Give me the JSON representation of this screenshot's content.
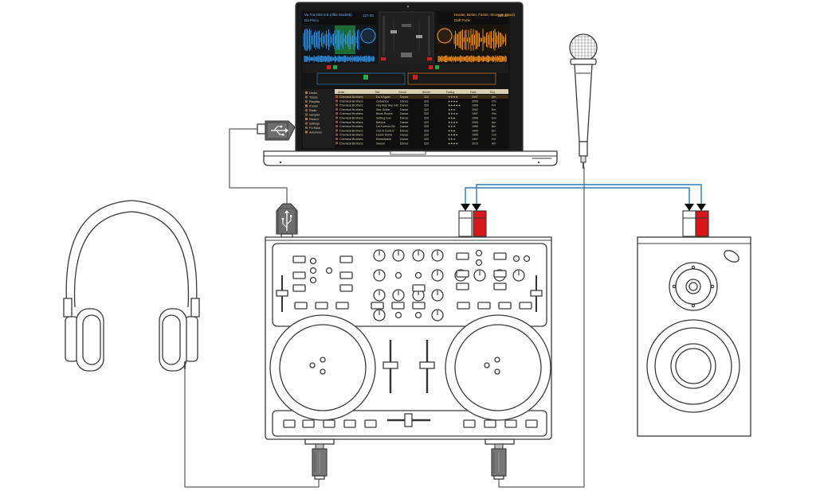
{
  "laptop": {
    "deck_a": {
      "title": "Vu Tra One 8.6 (Alfie Modrek)",
      "artist": "Da Pisco",
      "bpm": "127.00"
    },
    "deck_b": {
      "title": "Harder, Better, Faster, Stronger (Daol)",
      "artist": "Daft Punk",
      "bpm": "126.00"
    },
    "browser": {
      "columns": [
        "Artist",
        "Title",
        "Genre",
        "Bitrate",
        "Rating",
        "Date",
        "Key"
      ],
      "folders": [
        "Decks",
        "Tracks",
        "Playlists",
        "iTunes",
        "Radio",
        "Sampler",
        "Record",
        "Settings",
        "FX Rack",
        "Automixer"
      ],
      "rows": [
        [
          "Chemical Brothers",
          "Do It Again",
          "Dance",
          "320",
          "★★★★",
          "2007",
          "Am"
        ],
        [
          "Chemical Brothers",
          "Galvanize",
          "Dance",
          "320",
          "★★★★",
          "2005",
          "Cm"
        ],
        [
          "Chemical Brothers",
          "Hey Boy Hey Girl",
          "Dance",
          "320",
          "★★★★★",
          "1999",
          "Fm"
        ],
        [
          "Chemical Brothers",
          "Star Guitar",
          "Dance",
          "320",
          "★★★",
          "2002",
          "Em"
        ],
        [
          "Chemical Brothers",
          "Block Rockin",
          "Dance",
          "320",
          "★★★★",
          "1997",
          "Gm"
        ],
        [
          "Chemical Brothers",
          "Setting Sun",
          "Dance",
          "320",
          "★★★",
          "1996",
          "Dm"
        ],
        [
          "Chemical Brothers",
          "Believe",
          "Dance",
          "320",
          "★★★★",
          "2005",
          "Am"
        ],
        [
          "Chemical Brothers",
          "Let Forever Be",
          "Dance",
          "320",
          "★★★",
          "1999",
          "Bm"
        ],
        [
          "Chemical Brothers",
          "Out of Control",
          "Dance",
          "320",
          "★★★",
          "1999",
          "Em"
        ],
        [
          "Chemical Brothers",
          "Leave Home",
          "Dance",
          "320",
          "★★★★",
          "1995",
          "Cm"
        ],
        [
          "Chemical Brothers",
          "Elektrobank",
          "Dance",
          "320",
          "★★★",
          "1997",
          "Fm"
        ],
        [
          "Chemical Brothers",
          "Swoon",
          "Dance",
          "320",
          "★★★★",
          "2010",
          "Am"
        ]
      ]
    }
  },
  "colors": {
    "deck_a_wave": "#2f8fe0",
    "deck_b_wave": "#f08a1c",
    "cue_green": "#2aa84a",
    "audio_cable": "#2b7bb9",
    "rca_red": "#d8171b",
    "screen_bg": "#141414"
  },
  "icons": [
    "usb-icon",
    "microphone-icon",
    "headphones-icon",
    "speaker-icon",
    "rca-plug-icon",
    "jack-plug-icon",
    "laptop-icon",
    "controller-icon"
  ]
}
